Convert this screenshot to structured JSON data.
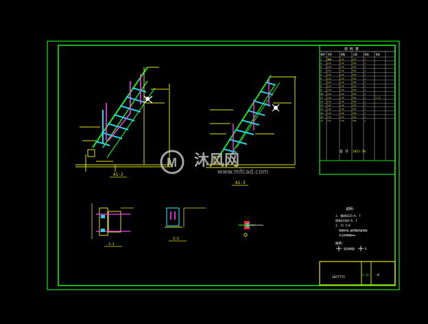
{
  "colors": {
    "background": "#000000",
    "frame": "#19e619",
    "steel": "#e6e619",
    "brace": "#ff3cff",
    "member": "#28d2e6",
    "white": "#ffffff",
    "red": "#ff2a2a",
    "watermark": "#c8c8c8"
  },
  "titles": {
    "left_view": "A1-2",
    "right_view": "A1-3",
    "detail_a": "1—1",
    "detail_b": "2—2"
  },
  "table": {
    "header": "材 料 表",
    "columns": [
      "编号",
      "名称",
      "规格",
      "长度",
      "数量",
      "重量"
    ],
    "total_label": "合 计",
    "total_value": "1015.70",
    "rows": [
      [
        "1",
        "钢板",
        "L50",
        "505",
        "2",
        ""
      ],
      [
        "2",
        "L50",
        "L50",
        "505",
        "2",
        ""
      ],
      [
        "3",
        "L50",
        "L50",
        "505",
        "2",
        ""
      ],
      [
        "4",
        "L50",
        "L50",
        "505",
        "2",
        ""
      ],
      [
        "5",
        "L50",
        "L50",
        "505",
        "2",
        ""
      ],
      [
        "6",
        "L50",
        "L50",
        "505",
        "2",
        ""
      ],
      [
        "7",
        "PL8",
        "L50",
        "505",
        "2",
        ""
      ],
      [
        "8",
        "L50",
        "L50",
        "505",
        "2",
        ""
      ],
      [
        "9",
        "L50",
        "L50",
        "505",
        "2",
        ""
      ],
      [
        "10",
        "L50",
        "L50",
        "505",
        "2",
        ""
      ],
      [
        "11",
        "L50",
        "L50",
        "505",
        "2",
        "4.70"
      ],
      [
        "12",
        "L50",
        "L50",
        "505",
        "2",
        ""
      ],
      [
        "13",
        "L50",
        "L50",
        "505",
        "2",
        ""
      ],
      [
        "14",
        "L50",
        "L50",
        "505",
        "2",
        ""
      ],
      [
        "15",
        "L50",
        "L50",
        "505",
        "2",
        ""
      ],
      [
        "16",
        "L50",
        "L50",
        "505",
        "2",
        ""
      ],
      [
        "17",
        "L50",
        "L50",
        "505",
        "2",
        ""
      ]
    ]
  },
  "notes": {
    "heading": "说明:",
    "lines": [
      "1. 钢材Q235—A. F",
      "焊条E4303—A. F",
      "3. 71  5—8",
      "钢梯采用—级焊缝质量等级",
      "未注明焊缝8mm"
    ],
    "legend_heading": "图例:",
    "legend_items": [
      "现场焊接",
      "6"
    ]
  },
  "title_block": {
    "drawing_no": "2077772",
    "scale": "1:10",
    "sheet": "—8"
  },
  "watermark": {
    "brand": "沐风网",
    "url": "www.mfcad.com",
    "logo_letters": "M"
  }
}
